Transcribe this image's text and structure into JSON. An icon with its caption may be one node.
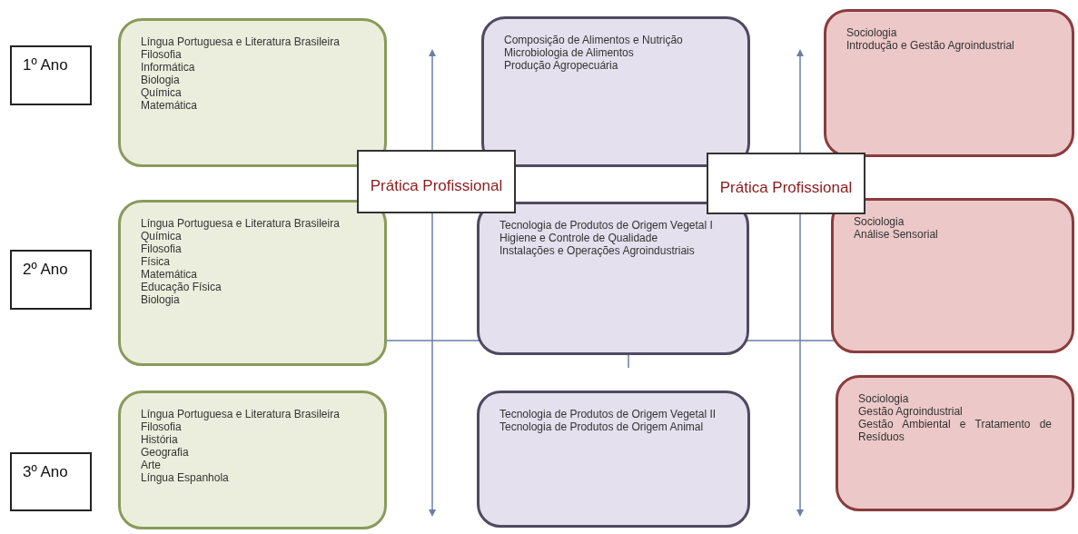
{
  "diagram": {
    "nodes": [
      {
        "text": [
          "1º Ano"
        ]
      },
      {
        "text": [
          "Língua Portuguesa e Literatura Brasileira",
          "Filosofia",
          "Informática",
          "Biologia",
          "Química",
          "Matemática"
        ]
      },
      {
        "text": [
          "Composição de Alimentos e Nutrição",
          "Microbiologia de Alimentos",
          "Produção Agropecuária"
        ]
      },
      {
        "text": [
          "Sociologia",
          "Introdução e Gestão Agroindustrial"
        ]
      },
      {
        "text": [
          "Prática Profissional"
        ]
      },
      {
        "text": [
          "Prática Profissional"
        ]
      },
      {
        "text": [
          "2º Ano"
        ]
      },
      {
        "text": [
          "Língua Portuguesa e Literatura Brasileira",
          "Química",
          "Filosofia",
          "Física",
          "Matemática",
          "Educação Física",
          "Biologia"
        ]
      },
      {
        "text": [
          "Tecnologia de Produtos de Origem Vegetal I",
          "Higiene e Controle de Qualidade",
          "Instalações e Operações Agroindustriais"
        ]
      },
      {
        "text": [
          "Sociologia",
          "Análise Sensorial"
        ]
      },
      {
        "text": [
          "3º Ano"
        ]
      },
      {
        "text": [
          "Língua Portuguesa e Literatura Brasileira",
          "Filosofia",
          "História",
          "Geografia",
          "Arte",
          "Língua Espanhola"
        ]
      },
      {
        "text": [
          "Tecnologia de Produtos de Origem Vegetal II",
          "Tecnologia de Produtos de Origem Animal"
        ]
      },
      {
        "text": [
          "Sociologia",
          "Gestão Agroindustrial",
          "Gestão Ambiental e Tratamento de Resíduos"
        ]
      }
    ],
    "edges": []
  }
}
